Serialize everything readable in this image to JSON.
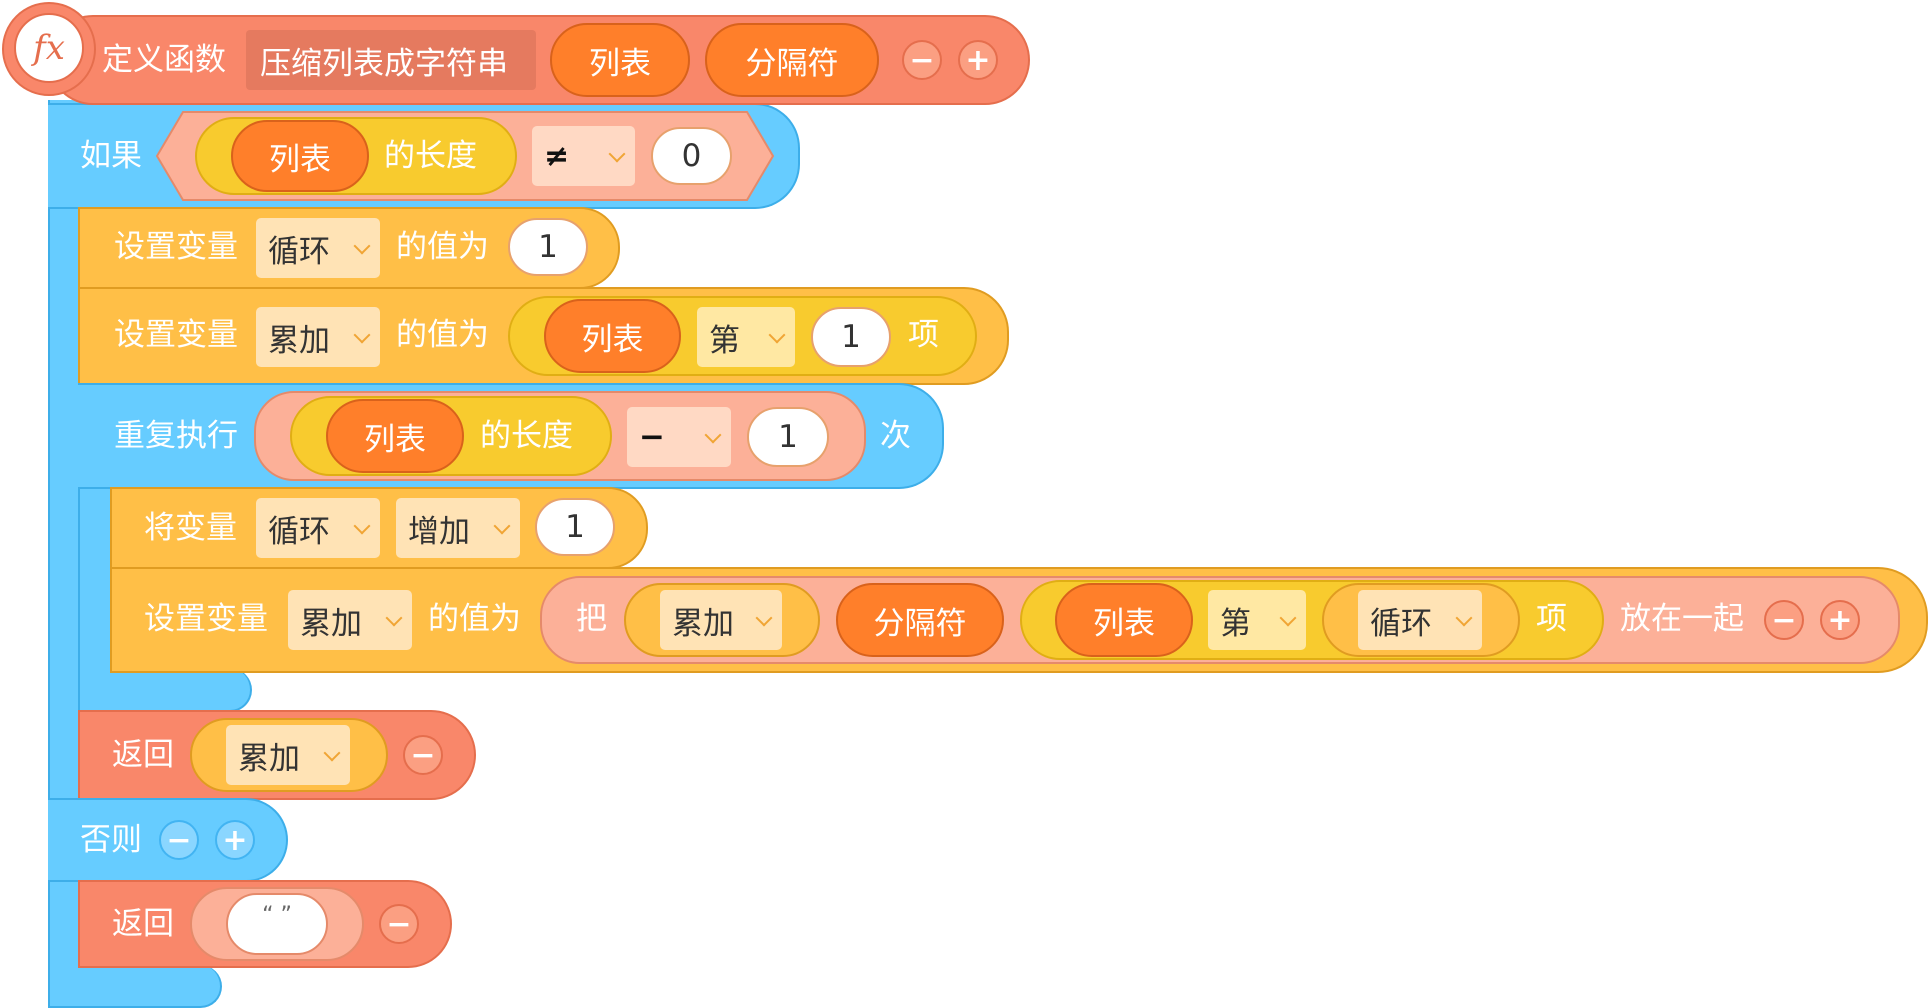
{
  "define": {
    "label": "定义函数",
    "func_name": "压缩列表成字符串",
    "param1": "列表",
    "param2": "分隔符",
    "minus": "−",
    "plus": "+"
  },
  "if_block": {
    "label": "如果",
    "list_label": "列表",
    "length_label": "的长度",
    "operator": "≠",
    "value": "0"
  },
  "set1": {
    "label": "设置变量",
    "var": "循环",
    "value_label": "的值为",
    "value": "1"
  },
  "set2": {
    "label": "设置变量",
    "var": "累加",
    "value_label": "的值为",
    "list_label": "列表",
    "index_op": "第",
    "index": "1",
    "item_label": "项"
  },
  "repeat": {
    "label": "重复执行",
    "list_label": "列表",
    "length_label": "的长度",
    "operator": "−",
    "value": "1",
    "times_label": "次"
  },
  "change": {
    "label": "将变量",
    "var": "循环",
    "op": "增加",
    "value": "1"
  },
  "set3": {
    "label": "设置变量",
    "var": "累加",
    "value_label": "的值为",
    "join_label": "把",
    "join_var": "累加",
    "sep_label": "分隔符",
    "list_label": "列表",
    "index_op": "第",
    "index_var": "循环",
    "item_label": "项",
    "combine_label": "放在一起",
    "minus": "−",
    "plus": "+"
  },
  "return1": {
    "label": "返回",
    "var": "累加",
    "minus": "−"
  },
  "else_block": {
    "label": "否则",
    "minus": "−",
    "plus": "+"
  },
  "return2": {
    "label": "返回",
    "value": "“ ”",
    "minus": "−"
  },
  "fx_icon": "fx"
}
